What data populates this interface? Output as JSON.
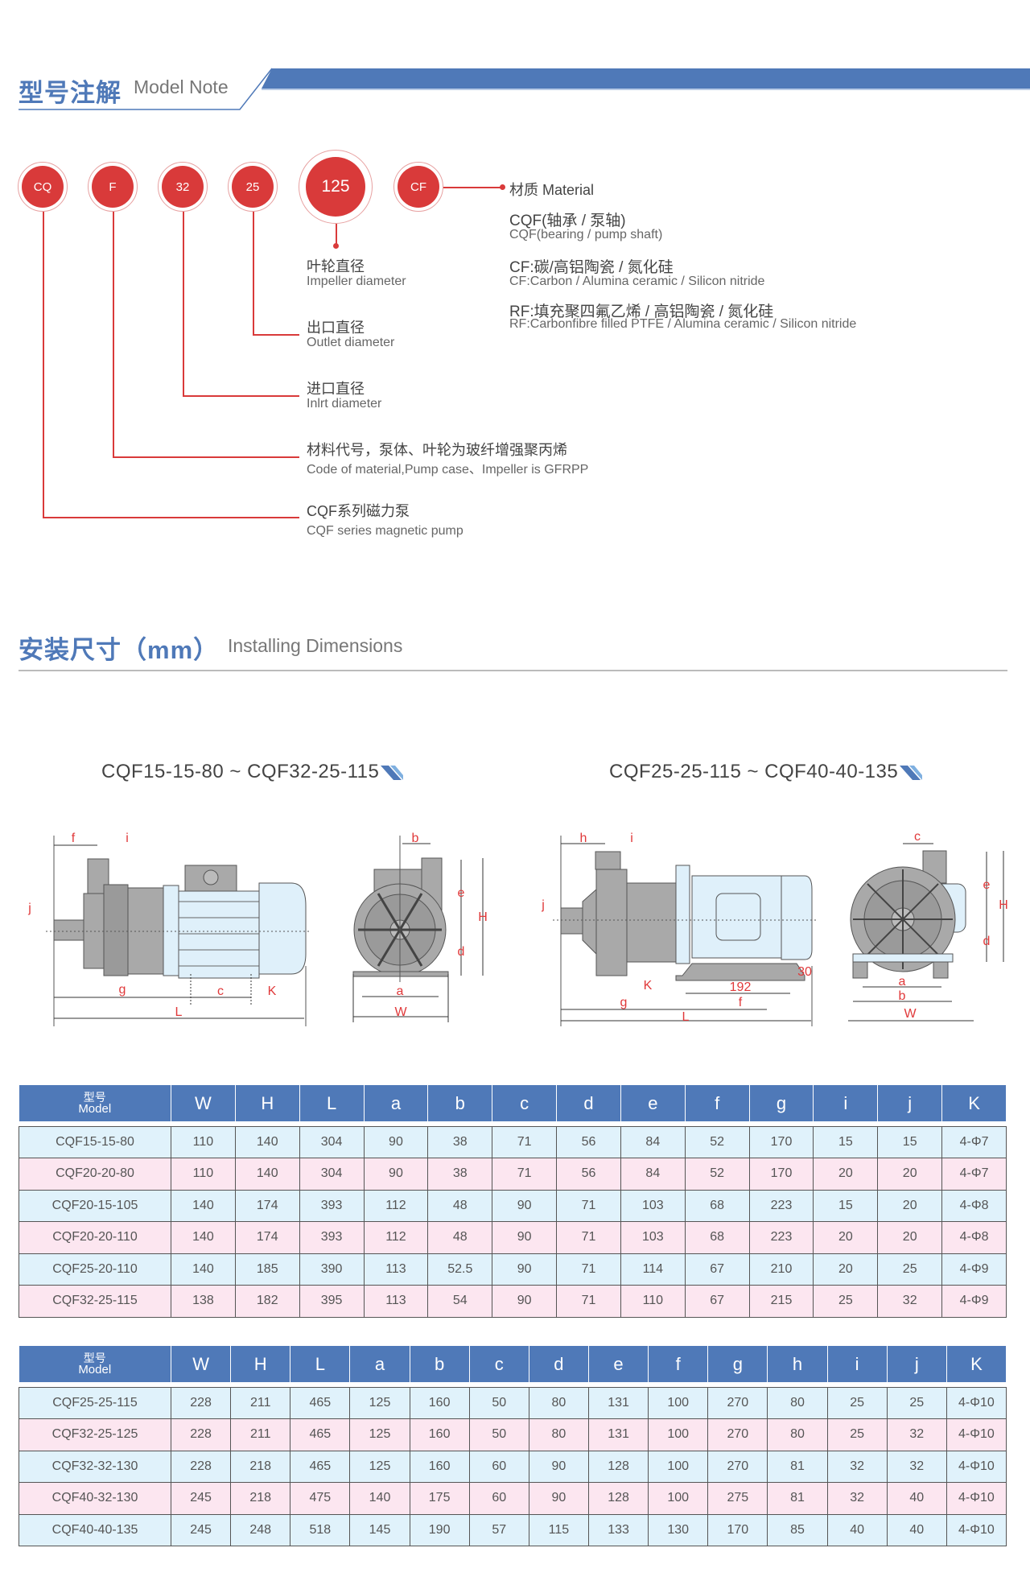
{
  "model_note": {
    "title_cn": "型号注解",
    "title_en": "Model Note",
    "codes": [
      "CQ",
      "F",
      "32",
      "25",
      "125",
      "CF"
    ],
    "material": {
      "label": "材质 Material",
      "items": [
        {
          "cn": "CQF(轴承 / 泵轴)",
          "en": "CQF(bearing / pump shaft)"
        },
        {
          "cn": "CF:碳/高铝陶瓷 / 氮化硅",
          "en": "CF:Carbon / Alumina ceramic / Silicon nitride"
        },
        {
          "cn": "RF:填充聚四氟乙烯 / 高铝陶瓷 / 氮化硅",
          "en": "RF:Carbonfibre filled PTFE / Alumina ceramic / Silicon nitride"
        }
      ]
    },
    "explanations": [
      {
        "cn": "叶轮直径",
        "en": "Impeller diameter"
      },
      {
        "cn": "出口直径",
        "en": "Outlet diameter"
      },
      {
        "cn": "进口直径",
        "en": "Inlrt diameter"
      },
      {
        "cn": "材料代号，泵体、叶轮为玻纤增强聚丙烯",
        "en": "Code of material,Pump case、Impeller is GFRPP"
      },
      {
        "cn": "CQF系列磁力泵",
        "en": "CQF series magnetic pump"
      }
    ]
  },
  "install": {
    "title_cn": "安装尺寸（mm）",
    "title_en": "Installing Dimensions",
    "diagram1": {
      "title": "CQF15-15-80 ~ CQF32-25-115",
      "labels": {
        "f": "f",
        "i": "i",
        "j": "j",
        "g": "g",
        "c": "c",
        "K": "K",
        "L": "L",
        "b": "b",
        "e": "e",
        "H": "H",
        "d": "d",
        "a": "a",
        "W": "W"
      }
    },
    "diagram2": {
      "title": "CQF25-25-115 ~ CQF40-40-135",
      "labels": {
        "h": "h",
        "i": "i",
        "j": "j",
        "K": "K",
        "n192": "192",
        "n30": "30",
        "g": "g",
        "f": "f",
        "L": "L",
        "c": "c",
        "e": "e",
        "H": "H",
        "d": "d",
        "a": "a",
        "b": "b",
        "W": "W"
      }
    }
  },
  "table1": {
    "model_cn": "型号",
    "model_en": "Model",
    "columns": [
      "W",
      "H",
      "L",
      "a",
      "b",
      "c",
      "d",
      "e",
      "f",
      "g",
      "i",
      "j",
      "K"
    ],
    "rows": [
      [
        "CQF15-15-80",
        "110",
        "140",
        "304",
        "90",
        "38",
        "71",
        "56",
        "84",
        "52",
        "170",
        "15",
        "15",
        "4-Φ7"
      ],
      [
        "CQF20-20-80",
        "110",
        "140",
        "304",
        "90",
        "38",
        "71",
        "56",
        "84",
        "52",
        "170",
        "20",
        "20",
        "4-Φ7"
      ],
      [
        "CQF20-15-105",
        "140",
        "174",
        "393",
        "112",
        "48",
        "90",
        "71",
        "103",
        "68",
        "223",
        "15",
        "20",
        "4-Φ8"
      ],
      [
        "CQF20-20-110",
        "140",
        "174",
        "393",
        "112",
        "48",
        "90",
        "71",
        "103",
        "68",
        "223",
        "20",
        "20",
        "4-Φ8"
      ],
      [
        "CQF25-20-110",
        "140",
        "185",
        "390",
        "113",
        "52.5",
        "90",
        "71",
        "114",
        "67",
        "210",
        "20",
        "25",
        "4-Φ9"
      ],
      [
        "CQF32-25-115",
        "138",
        "182",
        "395",
        "113",
        "54",
        "90",
        "71",
        "110",
        "67",
        "215",
        "25",
        "32",
        "4-Φ9"
      ]
    ]
  },
  "table2": {
    "model_cn": "型号",
    "model_en": "Model",
    "columns": [
      "W",
      "H",
      "L",
      "a",
      "b",
      "c",
      "d",
      "e",
      "f",
      "g",
      "h",
      "i",
      "j",
      "K"
    ],
    "rows": [
      [
        "CQF25-25-115",
        "228",
        "211",
        "465",
        "125",
        "160",
        "50",
        "80",
        "131",
        "100",
        "270",
        "80",
        "25",
        "25",
        "4-Φ10"
      ],
      [
        "CQF32-25-125",
        "228",
        "211",
        "465",
        "125",
        "160",
        "50",
        "80",
        "131",
        "100",
        "270",
        "80",
        "25",
        "32",
        "4-Φ10"
      ],
      [
        "CQF32-32-130",
        "228",
        "218",
        "465",
        "125",
        "160",
        "60",
        "90",
        "128",
        "100",
        "270",
        "81",
        "32",
        "32",
        "4-Φ10"
      ],
      [
        "CQF40-32-130",
        "245",
        "218",
        "475",
        "140",
        "175",
        "60",
        "90",
        "128",
        "100",
        "275",
        "81",
        "32",
        "40",
        "4-Φ10"
      ],
      [
        "CQF40-40-135",
        "245",
        "248",
        "518",
        "145",
        "190",
        "57",
        "115",
        "133",
        "130",
        "170",
        "85",
        "40",
        "40",
        "4-Φ10"
      ]
    ]
  },
  "colors": {
    "accent_blue": "#4f79b8",
    "accent_red": "#d93a3a",
    "row_blue": "#e0f2fb",
    "row_pink": "#fce6f0"
  }
}
